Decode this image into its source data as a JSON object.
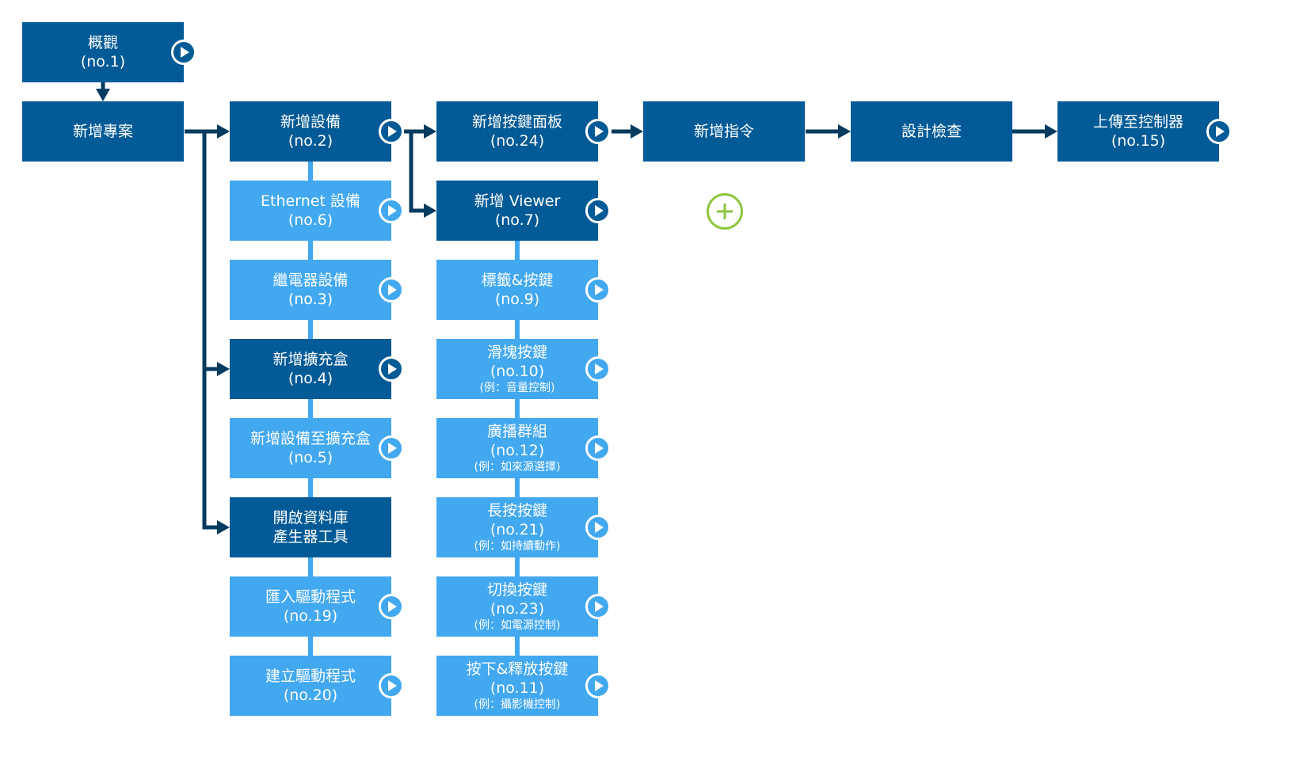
{
  "colors": {
    "dark": "#025a96",
    "light": "#42a8f0",
    "arrow": "#063b60",
    "add": "#8dc63f"
  },
  "nodes": [
    {
      "id": "overview",
      "title": "概觀",
      "no": "(no.1)",
      "tone": "dark",
      "col": 0,
      "row": 0,
      "play": true
    },
    {
      "id": "new-project",
      "title": "新增專案",
      "tone": "dark",
      "col": 0,
      "row": 1,
      "play": false
    },
    {
      "id": "add-device",
      "title": "新增設備",
      "no": "(no.2)",
      "tone": "dark",
      "col": 1,
      "row": 1,
      "play": true
    },
    {
      "id": "ethernet-device",
      "title": "Ethernet 設備",
      "no": "(no.6)",
      "tone": "light",
      "col": 1,
      "row": 2,
      "play": true
    },
    {
      "id": "relay-device",
      "title": "繼電器設備",
      "no": "(no.3)",
      "tone": "light",
      "col": 1,
      "row": 3,
      "play": true
    },
    {
      "id": "add-expansion-box",
      "title": "新增擴充盒",
      "no": "(no.4)",
      "tone": "dark",
      "col": 1,
      "row": 4,
      "play": true
    },
    {
      "id": "add-device-to-box",
      "title": "新增設備至擴充盒",
      "no": "(no.5)",
      "tone": "light",
      "col": 1,
      "row": 5,
      "play": true
    },
    {
      "id": "open-db-tool",
      "title": "開啟資料庫",
      "title2": "產生器工具",
      "tone": "dark",
      "col": 1,
      "row": 6,
      "play": false
    },
    {
      "id": "import-driver",
      "title": "匯入驅動程式",
      "no": "(no.19)",
      "tone": "light",
      "col": 1,
      "row": 7,
      "play": true
    },
    {
      "id": "create-driver",
      "title": "建立驅動程式",
      "no": "(no.20)",
      "tone": "light",
      "col": 1,
      "row": 8,
      "play": true
    },
    {
      "id": "add-keypad",
      "title": "新增按鍵面板",
      "no": "(no.24)",
      "tone": "dark",
      "col": 2,
      "row": 1,
      "play": true
    },
    {
      "id": "add-viewer",
      "title": "新增 Viewer",
      "no": "(no.7)",
      "tone": "dark",
      "col": 2,
      "row": 2,
      "play": true
    },
    {
      "id": "label-button",
      "title": "標籤&按鍵",
      "no": "(no.9)",
      "tone": "light",
      "col": 2,
      "row": 3,
      "play": true
    },
    {
      "id": "slider-button",
      "title": "滑塊按鍵",
      "no": "(no.10)",
      "sub": "(例：音量控制)",
      "tone": "light",
      "col": 2,
      "row": 4,
      "play": true
    },
    {
      "id": "broadcast-group",
      "title": "廣播群組",
      "no": "(no.12)",
      "sub": "(例：如來源選擇)",
      "tone": "light",
      "col": 2,
      "row": 5,
      "play": true
    },
    {
      "id": "long-press",
      "title": "長按按鍵",
      "no": "(no.21)",
      "sub": "(例：如持續動作)",
      "tone": "light",
      "col": 2,
      "row": 6,
      "play": true
    },
    {
      "id": "toggle-button",
      "title": "切換按鍵",
      "no": "(no.23)",
      "sub": "(例：如電源控制)",
      "tone": "light",
      "col": 2,
      "row": 7,
      "play": true
    },
    {
      "id": "press-release",
      "title": "按下&釋放按鍵",
      "no": "(no.11)",
      "sub": "(例：攝影機控制)",
      "tone": "light",
      "col": 2,
      "row": 8,
      "play": true
    },
    {
      "id": "add-command",
      "title": "新增指令",
      "tone": "dark",
      "col": 3,
      "row": 1,
      "play": false
    },
    {
      "id": "design-check",
      "title": "設計檢查",
      "tone": "dark",
      "col": 4,
      "row": 1,
      "play": false
    },
    {
      "id": "upload-controller",
      "title": "上傳至控制器",
      "no": "(no.15)",
      "tone": "dark",
      "col": 5,
      "row": 1,
      "play": true
    }
  ],
  "add_icon": "plus-circle-icon",
  "play_icon": "play-circle-icon"
}
